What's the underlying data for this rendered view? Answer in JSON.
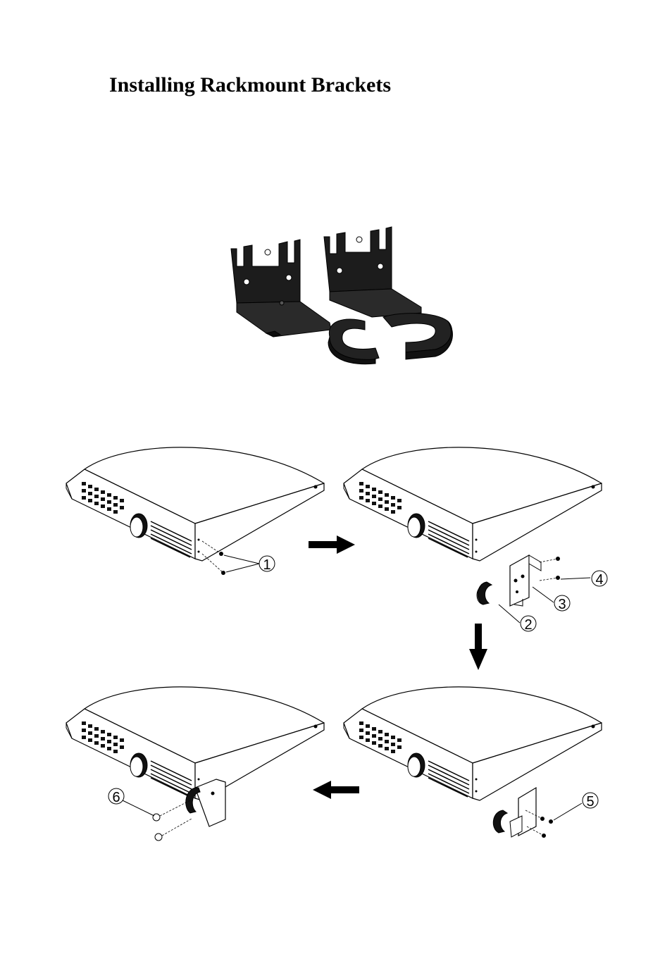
{
  "page": {
    "title": "Installing Rackmount Brackets"
  },
  "figure": {
    "photo_alt": "rackmount-brackets-and-rubber-feet",
    "callouts": [
      "1",
      "2",
      "3",
      "4",
      "5",
      "6"
    ],
    "step_arrows": [
      "right",
      "down",
      "left"
    ]
  }
}
